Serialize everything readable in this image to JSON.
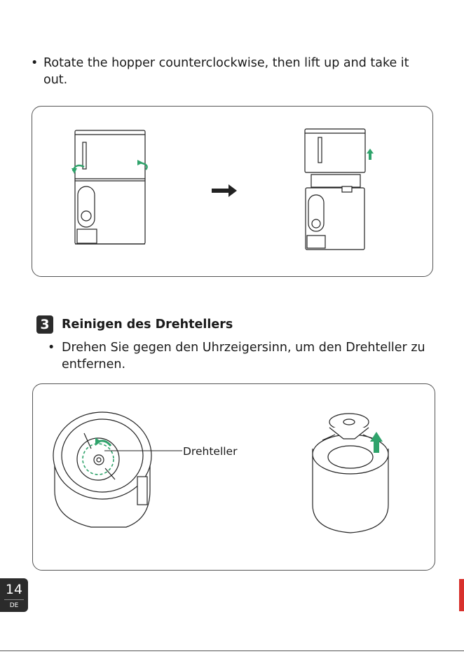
{
  "section_intro": {
    "bullet": "•",
    "line1": "Rotate the hopper counterclockwise, then lift up and take it",
    "line2": "out."
  },
  "step": {
    "number": "3",
    "title": "Reinigen des Drehtellers",
    "bullet": "•",
    "line1": "Drehen Sie gegen den Uhrzeigersinn, um den Drehteller zu",
    "line2": "entfernen."
  },
  "figure2": {
    "callout_label": "Drehteller"
  },
  "footer": {
    "page_number": "14",
    "language": "DE"
  },
  "colors": {
    "accent_green": "#2fa36b",
    "edge_red": "#d8302c",
    "badge_dark": "#2b2b2b"
  }
}
